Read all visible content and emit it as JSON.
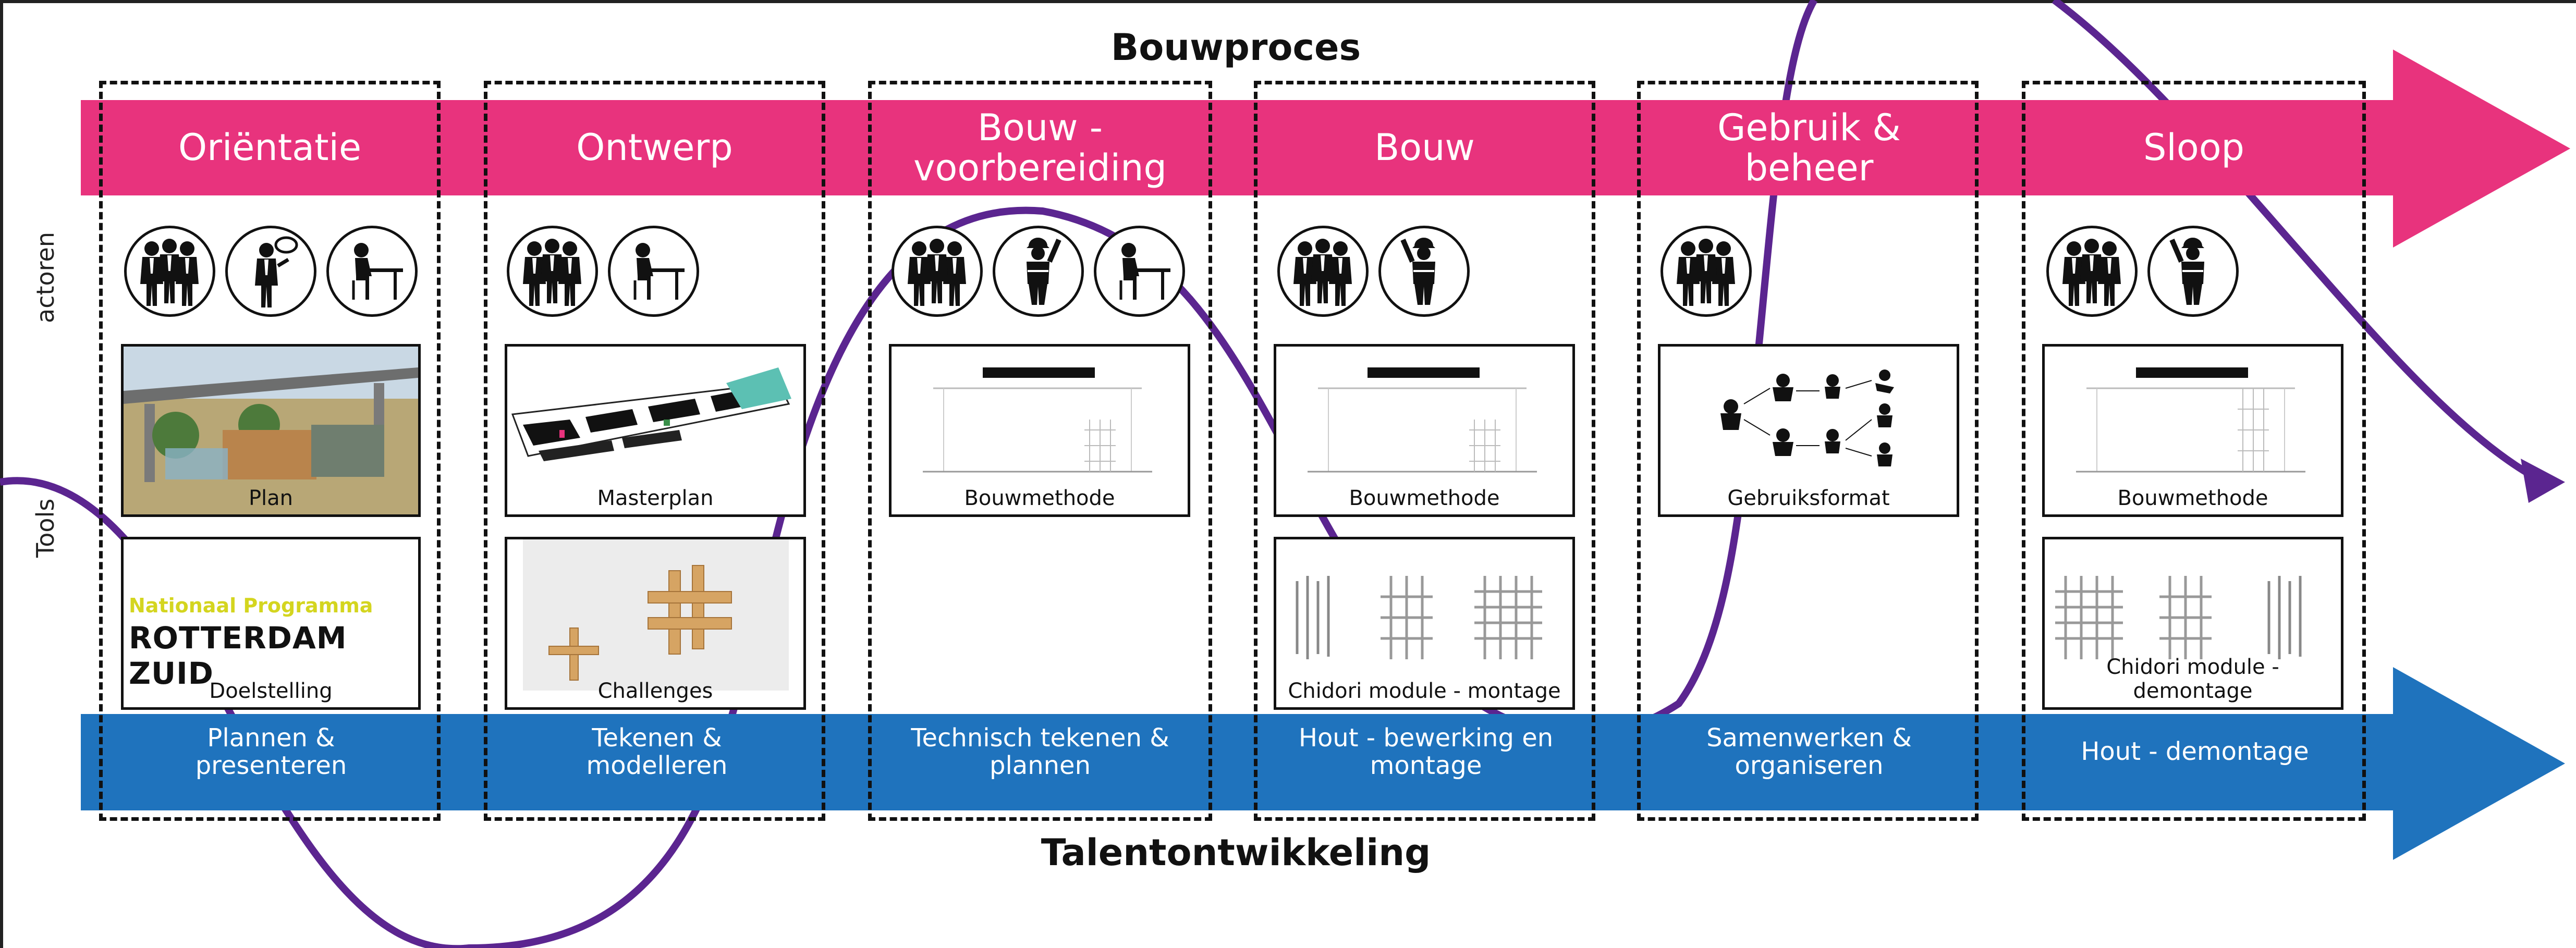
{
  "titles": {
    "process": "Bouwproces",
    "talent": "Talentontwikkeling"
  },
  "side_labels": {
    "actors": "actoren",
    "tools": "Tools"
  },
  "phases": [
    {
      "name": "Oriëntatie",
      "skill": "Plannen & presenteren",
      "actors": [
        "group-icon",
        "presenter-icon",
        "designer-at-desk-icon"
      ],
      "tools": [
        "Plan",
        "Doelstelling"
      ]
    },
    {
      "name": "Ontwerp",
      "skill": "Tekenen & modelleren",
      "actors": [
        "group-icon",
        "designer-at-desk-icon"
      ],
      "tools": [
        "Masterplan",
        "Challenges"
      ]
    },
    {
      "name": "Bouw - voorbereiding",
      "skill": "Technisch tekenen & plannen",
      "actors": [
        "group-icon",
        "construction-worker-icon",
        "designer-at-desk-icon"
      ],
      "tools": [
        "Bouwmethode"
      ]
    },
    {
      "name": "Bouw",
      "skill": "Hout - bewerking en montage",
      "actors": [
        "group-icon",
        "construction-worker-icon"
      ],
      "tools": [
        "Bouwmethode",
        "Chidori module - montage"
      ]
    },
    {
      "name": "Gebruik & beheer",
      "skill": "Samenwerken & organiseren",
      "actors": [
        "group-icon"
      ],
      "tools": [
        "Gebruiksformat"
      ]
    },
    {
      "name": "Sloop",
      "skill": "Hout -  demontage",
      "actors": [
        "group-icon",
        "construction-worker-icon"
      ],
      "tools": [
        "Bouwmethode",
        "Chidori module - demontage"
      ]
    }
  ],
  "doelstelling_logo": {
    "line1": "Nationaal Programma",
    "line2": "ROTTERDAM ZUID"
  },
  "colors": {
    "process_band": "#e8337d",
    "talent_band": "#1f73bd",
    "curve": "#5b2590"
  }
}
